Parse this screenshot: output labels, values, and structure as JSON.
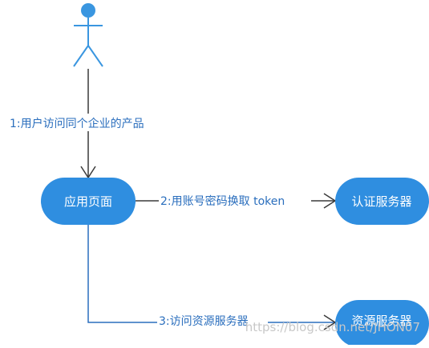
{
  "diagram": {
    "actor": {
      "name": ""
    },
    "nodes": {
      "app_page": {
        "label": "应用页面"
      },
      "auth_server": {
        "label": "认证服务器"
      },
      "resource_server": {
        "label": "资源服务器"
      }
    },
    "edges": {
      "user_to_app": {
        "label": "1:用户访问同个企业的产品"
      },
      "app_to_auth": {
        "label": "2:用账号密码换取 token"
      },
      "app_to_resource": {
        "label": "3:访问资源服务器"
      }
    },
    "watermark": "https://blog.csdn.net/JHON07",
    "colors": {
      "node_fill": "#2f8ee0",
      "actor": "#3a96e0",
      "line_dark": "#3a3a3a",
      "line_blue": "#2a6ebd",
      "edge_text": "#2a6ebd"
    }
  }
}
